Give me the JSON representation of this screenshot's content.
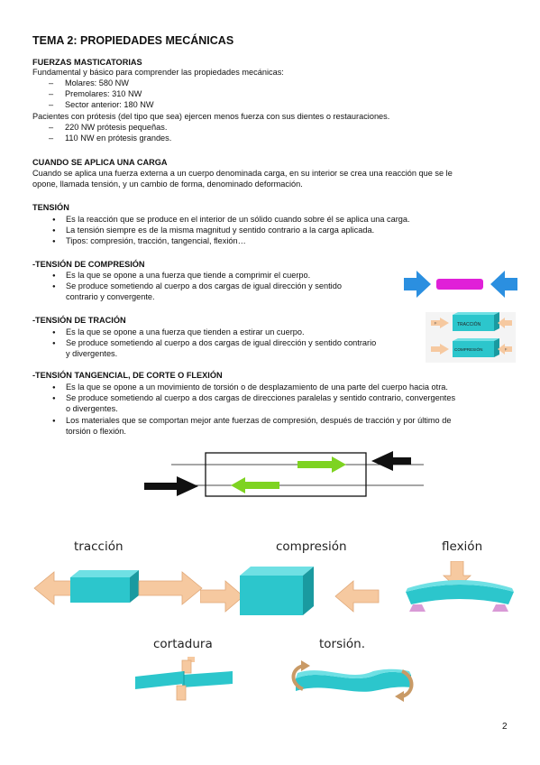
{
  "page": {
    "title": "TEMA 2: PROPIEDADES MECÁNICAS",
    "page_number": "2"
  },
  "fuerzas": {
    "heading": "FUERZAS MASTICATORIAS",
    "intro": "Fundamental y básico para comprender las propiedades mecánicas:",
    "items": [
      "Molares: 580 NW",
      "Premolares: 310 NW",
      "Sector anterior: 180 NW"
    ],
    "protesis_text": "Pacientes con prótesis (del tipo que sea) ejercen menos fuerza con sus dientes o restauraciones.",
    "protesis_items": [
      "220 NW prótesis pequeñas.",
      "110 NW en prótesis grandes."
    ]
  },
  "carga": {
    "heading": "CUANDO SE APLICA UNA CARGA",
    "line1": "Cuando se aplica una fuerza externa a un cuerpo denominada carga, en su interior se crea una reacción que se le",
    "line2": "opone, llamada tensión, y un cambio de forma, denominado deformación."
  },
  "tension": {
    "heading": "TENSIÓN",
    "items": [
      "Es la reacción que se produce en el interior de un sólido cuando sobre él se aplica una carga.",
      "La tensión siempre es de la misma magnitud y sentido contrario a la carga aplicada.",
      "Tipos: compresión, tracción, tangencial, flexión…"
    ]
  },
  "compresion": {
    "heading": "-TENSIÓN DE COMPRESIÓN",
    "item1": "Es la que se opone a una fuerza que tiende a comprimir el cuerpo.",
    "item2a": "Se produce sometiendo al cuerpo a dos cargas de igual dirección y sentido",
    "item2b": "contrario y convergente."
  },
  "traccion": {
    "heading": "-TENSIÓN DE TRACIÓN",
    "item1": "Es la que se opone a una fuerza que tienden a estirar un cuerpo.",
    "item2a": "Se produce sometiendo al cuerpo a dos cargas de igual dirección y sentido contrario",
    "item2b": "y divergentes.",
    "img_label_top": "TRACCIÓN",
    "img_label_bottom": "COMPRESIÓN",
    "img_f": "F"
  },
  "tangencial": {
    "heading": "-TENSIÓN TANGENCIAL, DE CORTE O FLEXIÓN",
    "item1": "Es la que se opone a un movimiento de torsión o de desplazamiento de una parte del cuerpo hacia otra.",
    "item2a": "Se produce sometiendo al cuerpo a dos cargas de direcciones paralelas y sentido contrario, convergentes",
    "item2b": "o divergentes.",
    "item3a": "Los materiales que se comportan mejor ante fuerzas de compresión, después de tracción y por último de",
    "item3b": "torsión o flexión."
  },
  "figures": {
    "traccion": "tracción",
    "compresion": "compresión",
    "flexion": "flexión",
    "cortadura": "cortadura",
    "torsion": "torsión."
  },
  "colors": {
    "blue_arrow": "#2b8fe0",
    "magenta_bar": "#e020d8",
    "teal_block": "#2cc6cc",
    "arrow_fill": "#f6c9a0",
    "green_arrow": "#7ed321",
    "pink_support": "#d99ad6"
  }
}
